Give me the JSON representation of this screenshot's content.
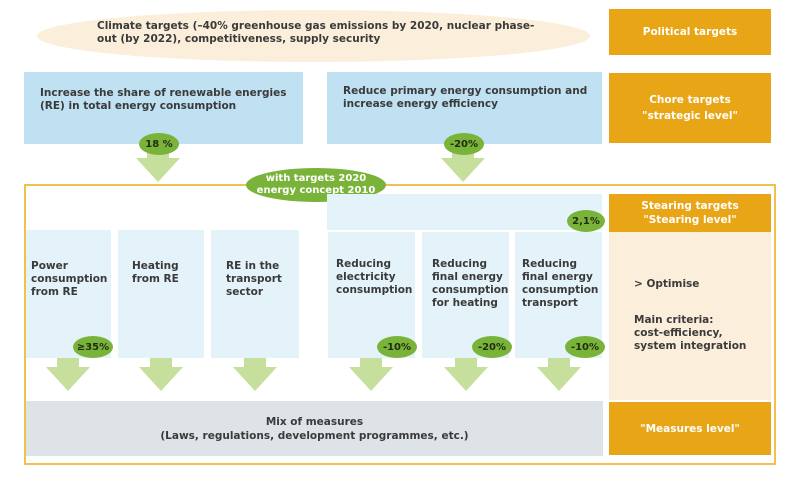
{
  "political": {
    "climate_line1": "Climate targets (–40% greenhouse gas emissions by 2020, nuclear phase-",
    "climate_line2": "out (by 2022), competitiveness, supply security",
    "label": "Political targets"
  },
  "core": {
    "re_line1": "Increase the share of renewable energies",
    "re_line2": "(RE) in total energy consumption",
    "re_badge": "18 %",
    "eff_line1": "Reduce primary energy consumption and",
    "eff_line2": "increase energy efficiency",
    "eff_badge": "-20%",
    "label_line1": "Chore targets",
    "label_line2": "\"strategic level\""
  },
  "oval": {
    "line1": "with targets 2020",
    "line2": "energy concept 2010"
  },
  "steering": {
    "label_line1": "Stearing targets",
    "label_line2": "\"Stearing level\"",
    "efficiency_badge": "2,1%",
    "boxes": [
      {
        "line1": "Power",
        "line2": "consumption",
        "line3": "from RE",
        "line4": "",
        "badge": "≥35%"
      },
      {
        "line1": "Heating",
        "line2": "from RE",
        "line3": "",
        "line4": "",
        "badge": ""
      },
      {
        "line1": "RE in the",
        "line2": "transport",
        "line3": "sector",
        "line4": "",
        "badge": ""
      },
      {
        "line1": "Reducing",
        "line2": "electricity",
        "line3": "consumption",
        "line4": "",
        "badge": "-10%"
      },
      {
        "line1": "Reducing",
        "line2": "final energy",
        "line3": "consumption",
        "line4": "for heating",
        "badge": "-20%"
      },
      {
        "line1": "Reducing",
        "line2": "final energy",
        "line3": "consumption",
        "line4": "transport",
        "badge": "-10%"
      }
    ],
    "optimise": "> Optimise",
    "criteria_line1": "Main criteria:",
    "criteria_line2": "cost-efficiency,",
    "criteria_line3": "system integration"
  },
  "measures": {
    "line1": "Mix of measures",
    "line2": "(Laws, regulations, development programmes, etc.)",
    "label": "\"Measures level\""
  },
  "colors": {
    "orange": "#e8a617",
    "blue": "#bfe1f2",
    "light_blue": "#e4f3fa",
    "green": "#7ab33a",
    "light_green": "#c6df9c",
    "grey": "#dde3e6",
    "cream": "#fbeeda"
  }
}
